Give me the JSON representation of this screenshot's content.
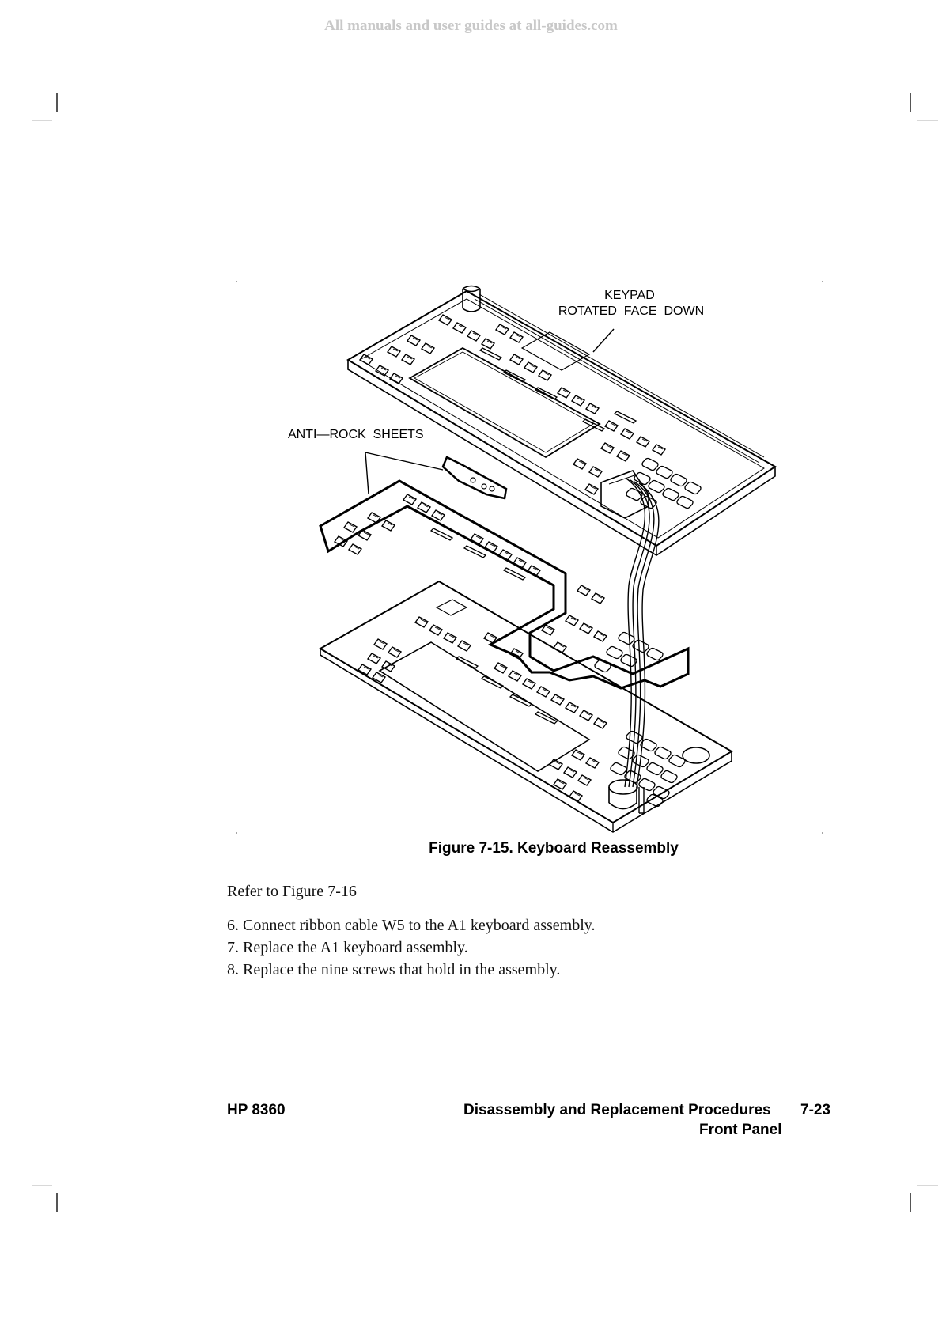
{
  "watermark": "All manuals and user guides at all-guides.com",
  "figure": {
    "label_keypad_line1": "KEYPAD",
    "label_keypad_line2": "ROTATED  FACE  DOWN",
    "label_anti_rock": "ANTI—ROCK  SHEETS",
    "caption": "Figure 7-15. Keyboard Reassembly"
  },
  "body": {
    "intro": "Refer to Figure 7-16",
    "steps": [
      "6. Connect ribbon cable W5 to the A1 keyboard assembly.",
      "7. Replace the A1 keyboard assembly.",
      "8. Replace the nine screws that hold in the assembly."
    ]
  },
  "footer": {
    "model": "HP 8360",
    "section": "Disassembly and Replacement Procedures",
    "page_number": "7-23",
    "subsection": "Front Panel"
  }
}
